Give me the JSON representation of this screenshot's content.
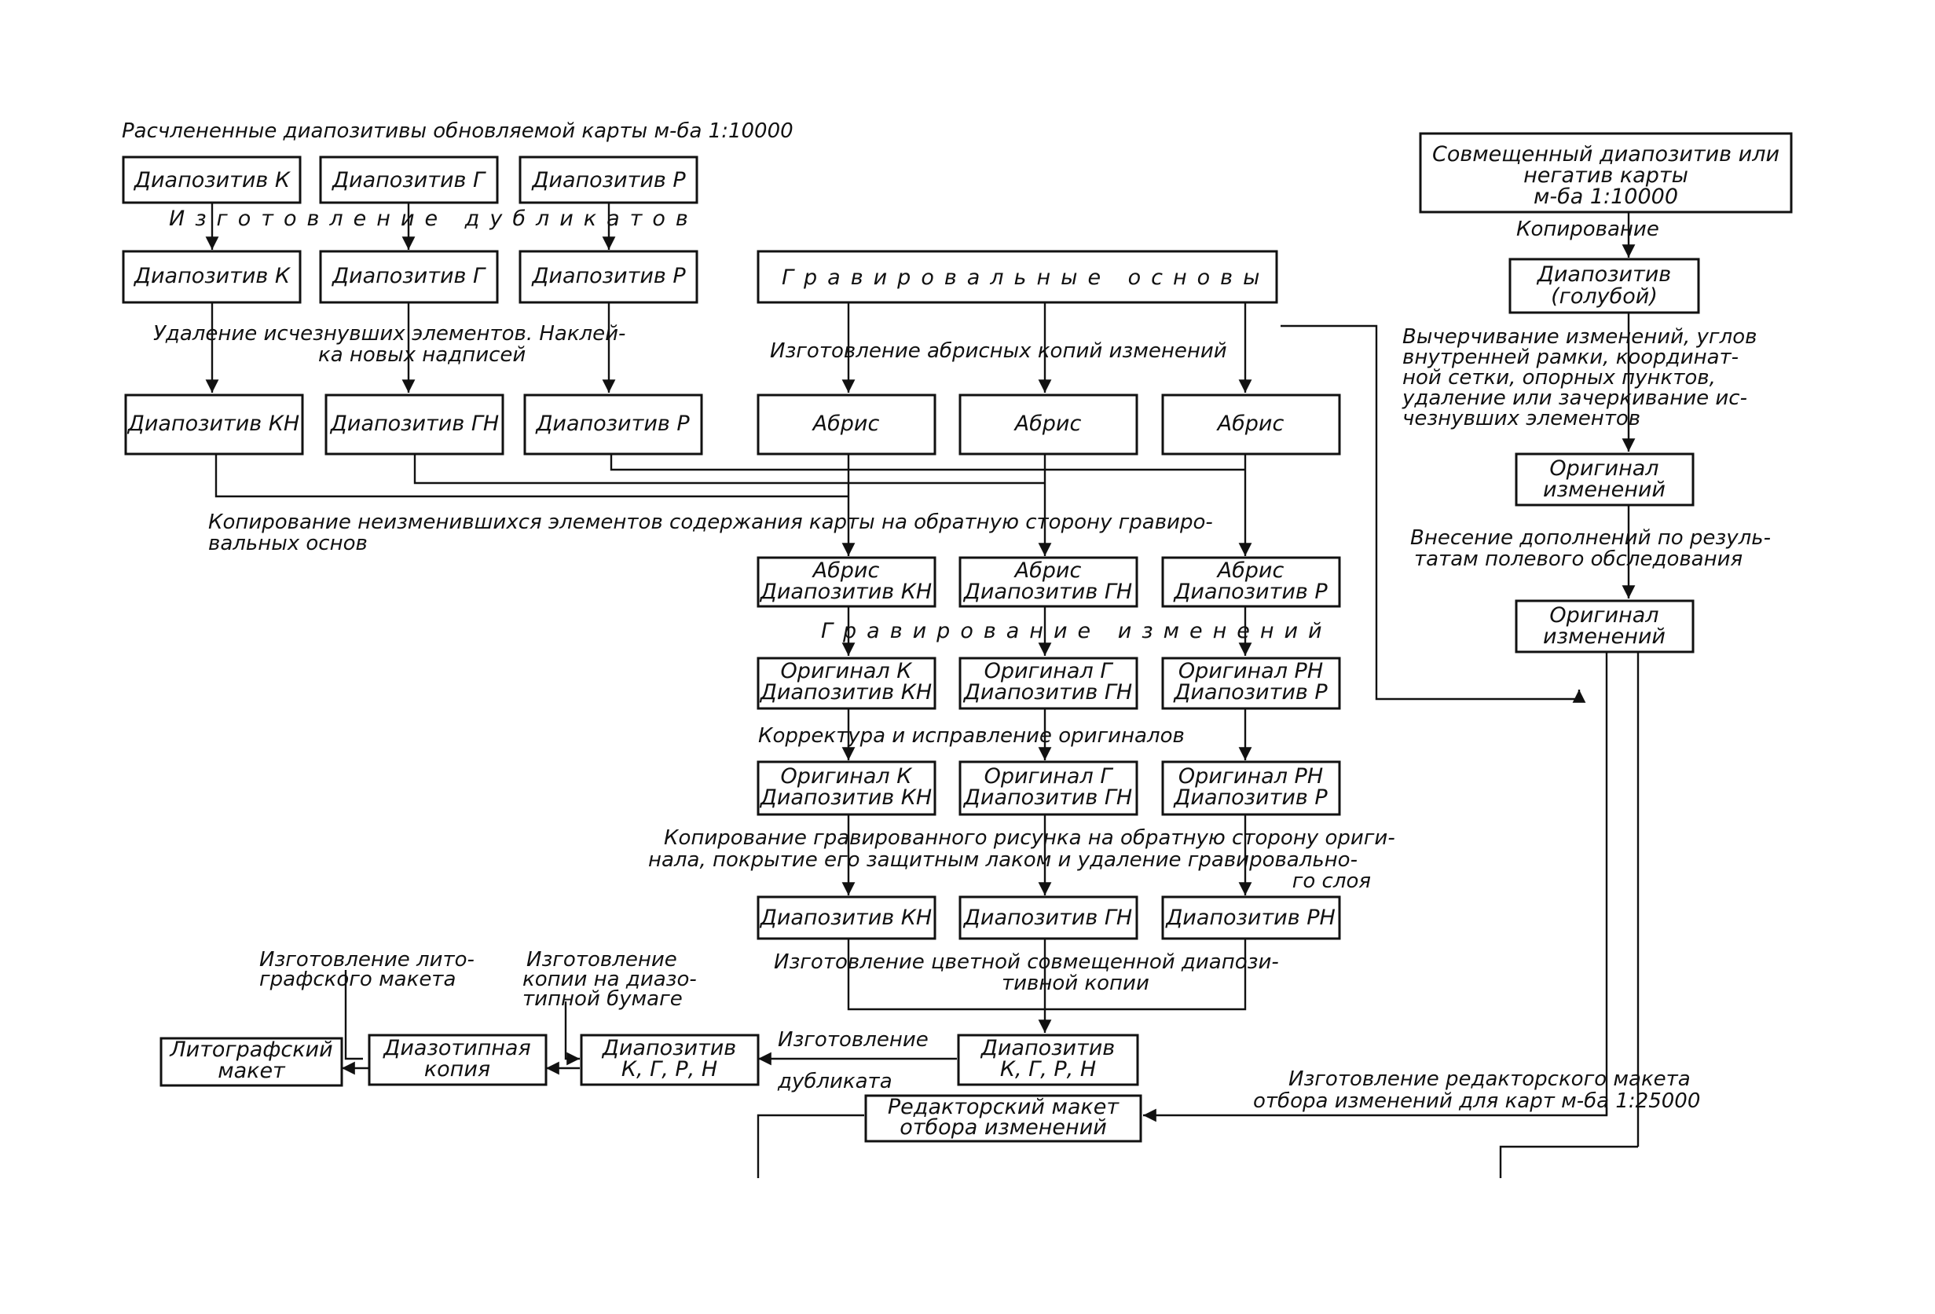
{
  "header": {
    "title": "Расчлененные диапозитивы обновляемой карты м-ба 1:10000"
  },
  "boxes": {
    "dk": "Диапозитив К",
    "dg": "Диапозитив Г",
    "dr": "Диапозитив Р",
    "dk2": "Диапозитив К",
    "dg2": "Диапозитив Г",
    "dr2": "Диапозитив Р",
    "dkn": "Диапозитив КН",
    "dgn": "Диапозитив ГН",
    "dr3": "Диапозитив Р",
    "grav": "Гравировальные основы",
    "abris": "Абрис",
    "abr_kn": [
      "Абрис",
      "Диапозитив КН"
    ],
    "abr_gn": [
      "Абрис",
      "Диапозитив ГН"
    ],
    "abr_r": [
      "Абрис",
      "Диапозитив Р"
    ],
    "ok1": [
      "Оригинал К",
      "Диапозитив КН"
    ],
    "og1": [
      "Оригинал Г",
      "Диапозитив ГН"
    ],
    "orn1": [
      "Оригинал РН",
      "Диапозитив Р"
    ],
    "ok2": [
      "Оригинал К",
      "Диапозитив КН"
    ],
    "og2": [
      "Оригинал Г",
      "Диапозитив ГН"
    ],
    "orn2": [
      "Оригинал РН",
      "Диапозитив Р"
    ],
    "dkn4": "Диапозитив КН",
    "dgn4": "Диапозитив ГН",
    "drn4": "Диапозитив РН",
    "dkgrn": [
      "Диапозитив",
      "К, Г, Р, Н"
    ],
    "dkgrn2": [
      "Диапозитив",
      "К, Г, Р, Н"
    ],
    "diazo": [
      "Диазотипная",
      "копия"
    ],
    "lito": [
      "Литографский",
      "макет"
    ],
    "red": [
      "Редакторский макет",
      "отбора изменений"
    ],
    "sov": [
      "Совмещенный диапозитив или",
      "негатив карты",
      "м-ба 1:10000"
    ],
    "blue": [
      "Диапозитив",
      "(голубой)"
    ],
    "orig1": [
      "Оригинал",
      "изменений"
    ],
    "orig2": [
      "Оригинал",
      "изменений"
    ]
  },
  "labels": {
    "dubl": "Изготовление дубликатов",
    "remove": [
      "Удаление исчезнувших элементов. Наклей-",
      "ка новых надписей"
    ],
    "abris_copies": "Изготовление абрисных копий изменений",
    "copy_unchanged": [
      "Копирование неизменившихся элементов содержания карты на обратную сторону гравиро-",
      "вальных основ"
    ],
    "engrave": "Гравирование изменений",
    "correct": "Корректура и исправление оригиналов",
    "copy_engraved": [
      "Копирование гравированного рисунка на обратную сторону ориги-",
      "нала, покрытие его защитным лаком и удаление гравировально-",
      "го слоя"
    ],
    "color_copy": [
      "Изготовление цветной совмещенной диапози-",
      "тивной копии"
    ],
    "dupl_make": [
      "Изготовление",
      "дубликата"
    ],
    "lito_make": [
      "Изготовление лито-",
      "графского макета"
    ],
    "diazo_make": [
      "Изготовление",
      "копии на диазо-",
      "типной бумаге"
    ],
    "copying": "Копирование",
    "draw": [
      "Вычерчивание изменений, углов",
      "внутренней рамки, координат-",
      "ной сетки, опорных пунктов,",
      "удаление или зачеркивание ис-",
      "чезнувших элементов"
    ],
    "field": [
      "Внесение дополнений по резуль-",
      "татам полевого обследования"
    ],
    "editor": [
      "Изготовление редакторского макета",
      "отбора изменений для карт м-ба 1:25000"
    ]
  }
}
